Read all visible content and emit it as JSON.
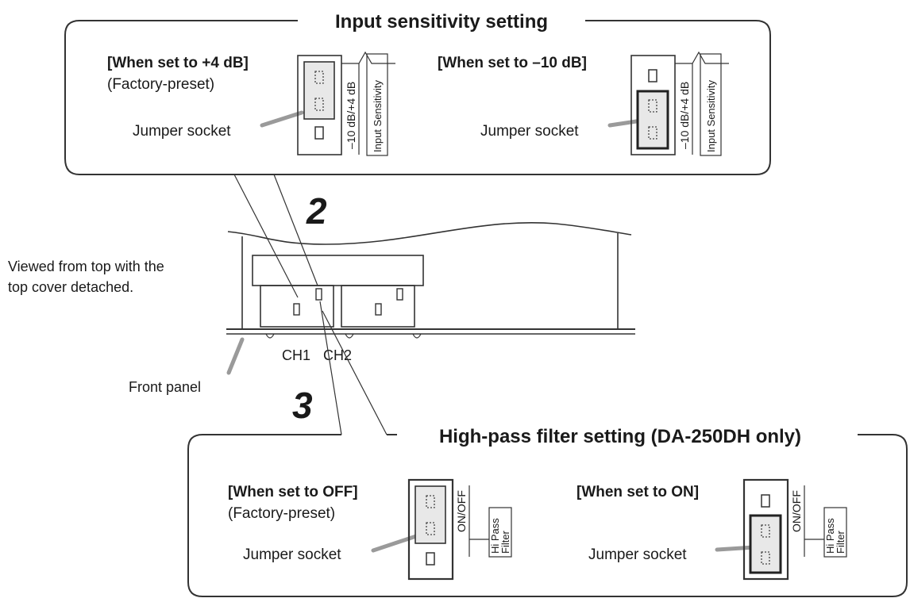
{
  "sensitivity": {
    "title": "Input sensitivity setting",
    "plus4": {
      "heading": "[When set to +4 dB]",
      "note": "(Factory-preset)",
      "socket_label": "Jumper socket"
    },
    "minus10": {
      "heading": "[When set to –10 dB]",
      "socket_label": "Jumper socket"
    },
    "selector_label": "–10 dB/+4 dB",
    "function_label": "Input Sensitivity"
  },
  "steps": {
    "step2": "2",
    "step3": "3"
  },
  "chassis": {
    "view_note_line1": "Viewed from top with the",
    "view_note_line2": "top cover detached.",
    "front_panel": "Front panel",
    "ch1": "CH1",
    "ch2": "CH2"
  },
  "highpass": {
    "title": "High-pass filter setting (DA-250DH only)",
    "off": {
      "heading": "[When set to OFF]",
      "note": "(Factory-preset)",
      "socket_label": "Jumper socket"
    },
    "on": {
      "heading": "[When set to ON]",
      "socket_label": "Jumper socket"
    },
    "selector_label": "ON/OFF",
    "function_label_line1": "Hi Pass",
    "function_label_line2": "Filter"
  }
}
